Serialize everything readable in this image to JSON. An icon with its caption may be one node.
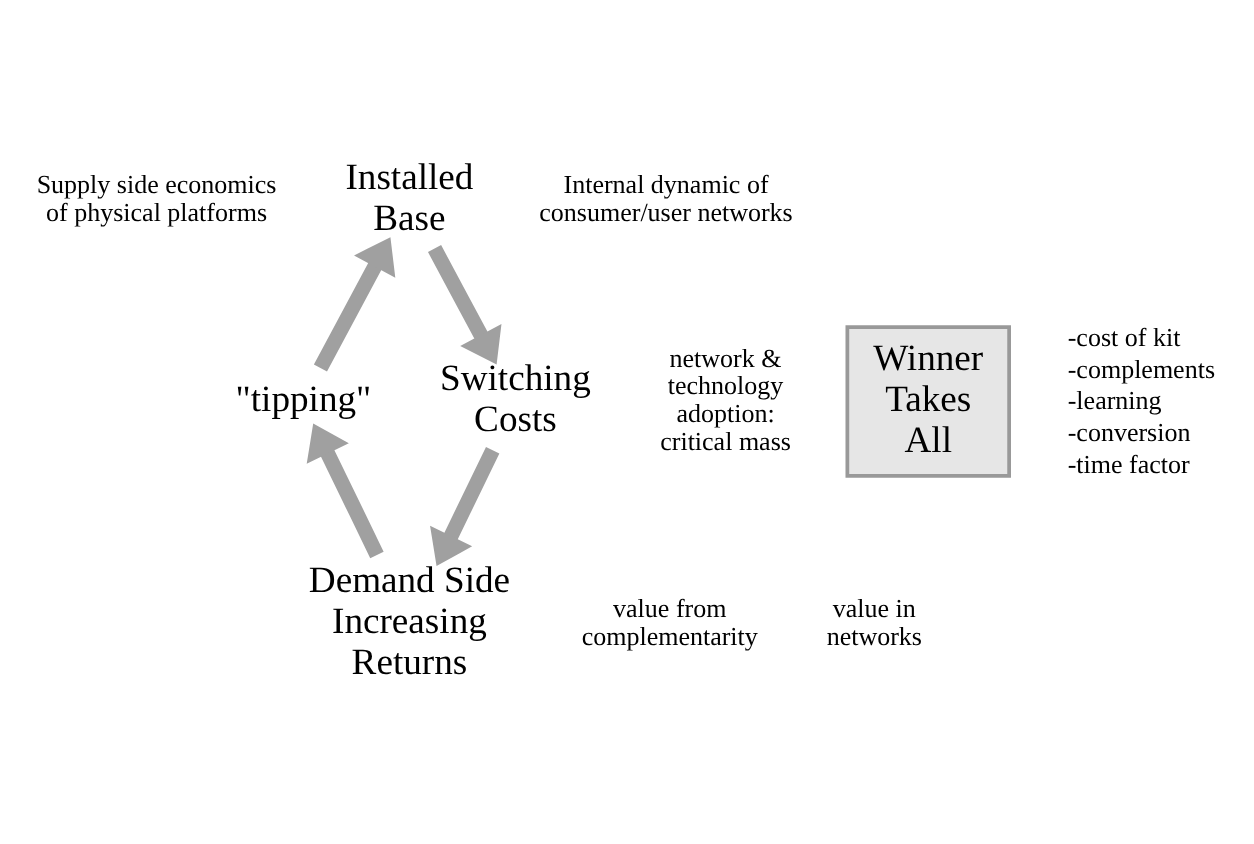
{
  "diagram": {
    "nodes": [
      {
        "text": [
          "Installed Base"
        ]
      },
      {
        "text": [
          "Switching Costs"
        ]
      },
      {
        "text": [
          "Demand Side Increasing Returns"
        ]
      },
      {
        "text": [
          "\"tipping\""
        ]
      },
      {
        "text": [
          "Winner Takes All"
        ]
      }
    ],
    "edges": [
      {
        "from": 3,
        "to": 0,
        "arrow": "to"
      },
      {
        "from": 0,
        "to": 1,
        "arrow": "to"
      },
      {
        "from": 1,
        "to": 2,
        "arrow": "to"
      },
      {
        "from": 2,
        "to": 3,
        "arrow": "to"
      }
    ],
    "labels": [
      "Supply side economics of physical platforms",
      "Internal dynamic of consumer/user networks",
      "network & technology adoption: critical mass",
      "-cost of kit",
      "-complements",
      "-learning",
      "-conversion",
      "-time factor",
      "value from complementarity",
      "value in networks"
    ]
  }
}
